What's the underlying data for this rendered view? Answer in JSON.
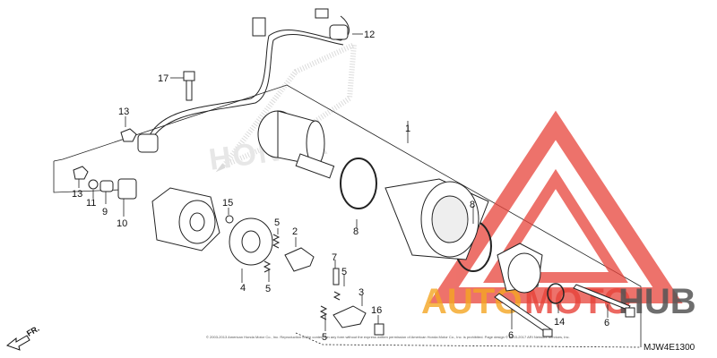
{
  "diagram": {
    "callouts": {
      "p1": "1",
      "p2": "2",
      "p3": "3",
      "p4": "4",
      "p5a": "5",
      "p5b": "5",
      "p5c": "5",
      "p5d": "5",
      "p6a": "6",
      "p6b": "6",
      "p7": "7",
      "p8a": "8",
      "p8b": "8",
      "p9": "9",
      "p10": "10",
      "p11": "11",
      "p12": "12",
      "p13a": "13",
      "p13b": "13",
      "p14": "14",
      "p15": "15",
      "p16": "16",
      "p17": "17"
    },
    "direction_label": "FR.",
    "diagram_code": "MJW4E1300",
    "copyright": "© 2003-2013 American Honda Motor Co., Inc. Reproduction of the contents in any form without the express written permission of American Honda Motor Co., Inc. is prohibited. Page design © 2003-2017 ARI Network Services, Inc."
  },
  "watermark": {
    "logo_text_left": "AUTO",
    "logo_text_mid": "MOTO",
    "logo_text_right": "HUB",
    "brand_text": "HONDA",
    "colors": {
      "orange": "#f5a623",
      "red": "#e8433a",
      "gray": "#555555"
    }
  }
}
